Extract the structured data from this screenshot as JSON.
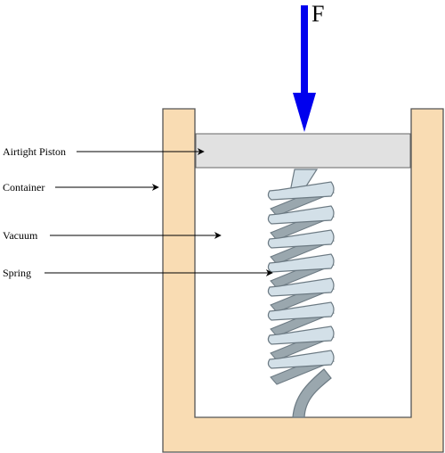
{
  "force": {
    "label": "F",
    "color": "#0000ee"
  },
  "labels": {
    "piston": "Airtight Piston",
    "container": "Container",
    "vacuum": "Vacuum",
    "spring": "Spring"
  },
  "colors": {
    "container_fill": "#f9dcb3",
    "container_stroke": "#555555",
    "piston_fill": "#e1e1e1",
    "spring_front": "#d3e0e8",
    "spring_back": "#9aa7ae",
    "spring_stroke": "#6c7a83"
  }
}
